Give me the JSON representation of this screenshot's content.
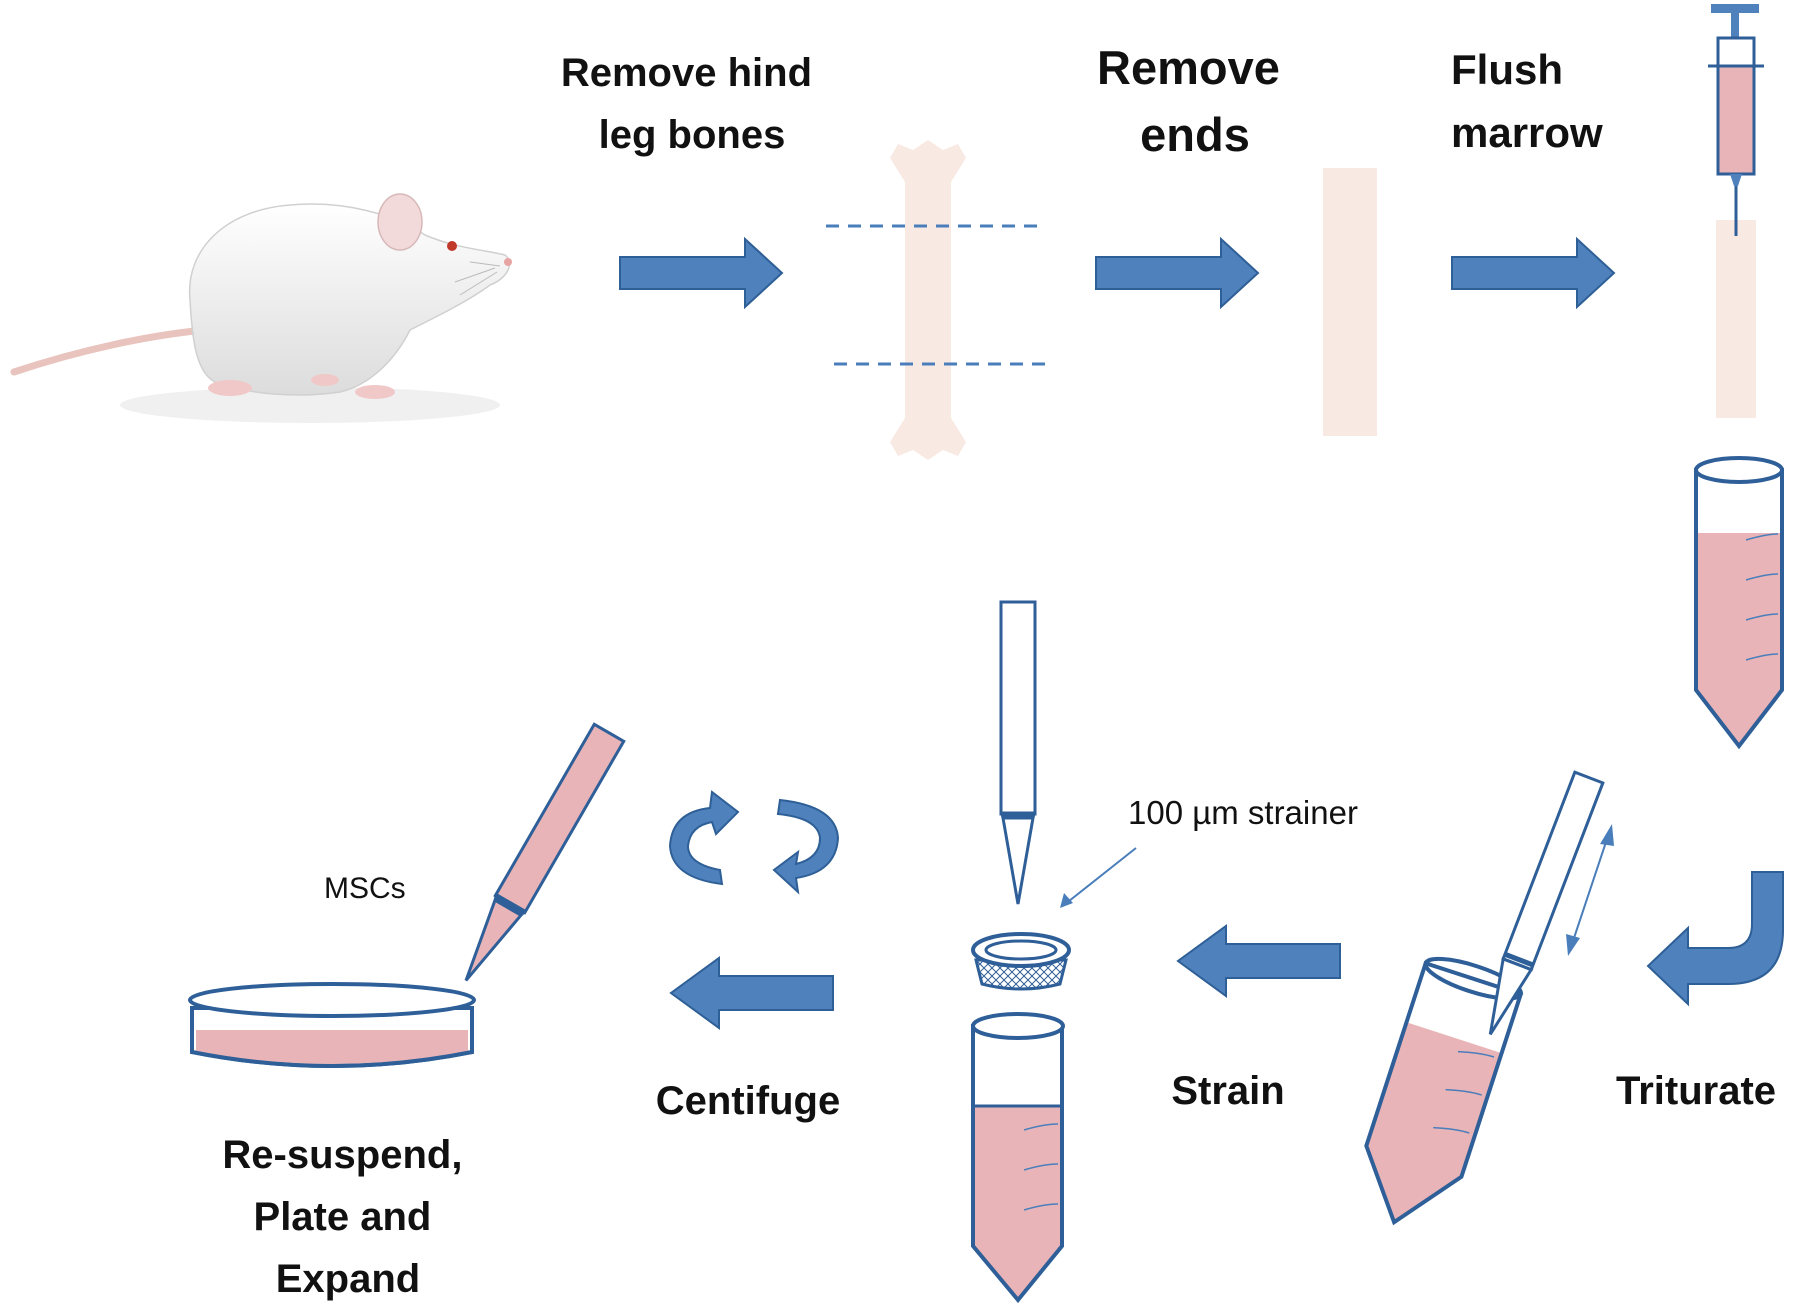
{
  "colors": {
    "arrow_fill": "#4f81bd",
    "arrow_stroke": "#2e5f96",
    "outline": "#2f5f98",
    "liquid": "#e8b4b8",
    "bone": "#f9e9e3",
    "guide_line": "#4a7ebb"
  },
  "steps": {
    "remove_hind_leg_bones": [
      "Remove hind",
      "leg bones"
    ],
    "remove_ends": [
      "Remove",
      "ends"
    ],
    "flush_marrow": [
      "Flush",
      "marrow"
    ],
    "triturate": "Triturate",
    "strain": "Strain",
    "centrifuge": "Centifuge",
    "resuspend": [
      "Re-suspend,",
      "Plate and",
      "Expand"
    ]
  },
  "annotations": {
    "strainer": "100 µm strainer",
    "mscs": "MSCs"
  },
  "icons": {
    "rat": "rat-illustration",
    "bone": "femur-bone-icon",
    "bone_shaft": "bone-shaft-icon",
    "syringe": "syringe-icon",
    "tube": "conical-tube-icon",
    "pipette": "pipette-icon",
    "strainer": "cell-strainer-icon",
    "rotation": "rotation-arrows-icon",
    "dish": "petri-dish-icon"
  }
}
